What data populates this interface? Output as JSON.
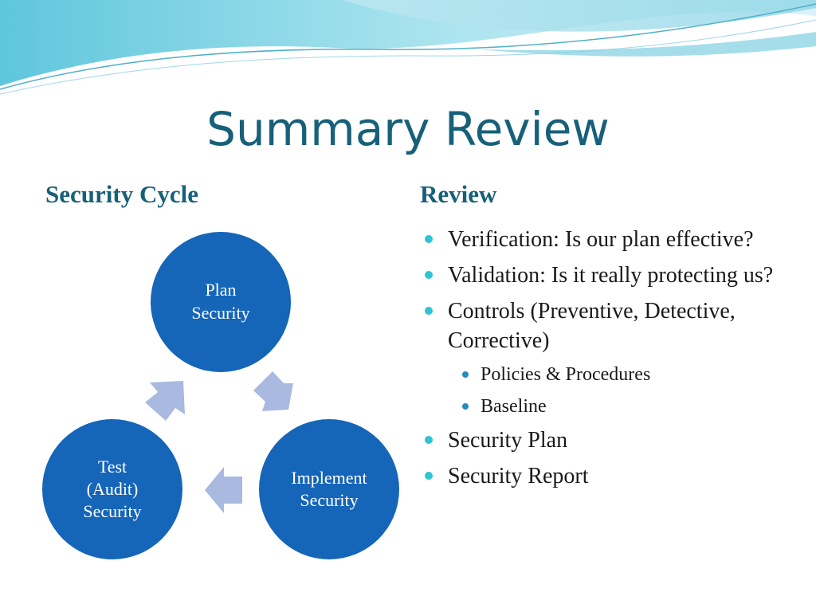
{
  "slide": {
    "title": "Summary Review"
  },
  "left": {
    "heading": "Security Cycle",
    "nodes": {
      "plan": [
        "Plan",
        "Security"
      ],
      "implement": [
        "Implement",
        "Security"
      ],
      "test": [
        "Test",
        "(Audit)",
        "Security"
      ]
    }
  },
  "right": {
    "heading": "Review",
    "bullets": [
      {
        "text": "Verification:  Is our plan effective?",
        "level": 1
      },
      {
        "text": "Validation:  Is it really protecting us?",
        "level": 1
      },
      {
        "text": "Controls (Preventive, Detective, Corrective)",
        "level": 1
      },
      {
        "text": "Policies & Procedures",
        "level": 2
      },
      {
        "text": "Baseline",
        "level": 2
      },
      {
        "text": "Security Plan",
        "level": 1
      },
      {
        "text": "Security Report",
        "level": 1
      }
    ]
  },
  "colors": {
    "title": "#17607a",
    "node_fill": "#1565b8",
    "arrow_fill": "#a9b9df",
    "bullet_level1": "#2ec4d4",
    "bullet_level2": "#1e8fb8"
  }
}
